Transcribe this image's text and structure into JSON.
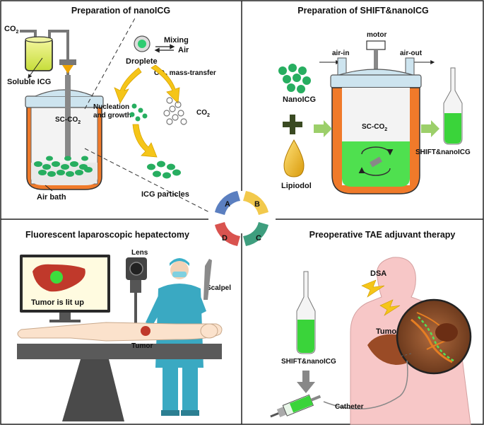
{
  "panels": {
    "a": {
      "title": "Preparation of nanoICG",
      "co2": "CO",
      "co2_sub": "2",
      "soluble_icg": "Soluble ICG",
      "mixing": "Mixing",
      "air": "Air",
      "droplete": "Droplete",
      "mass_transfer_pre": "CO",
      "mass_transfer_sub": "2",
      "mass_transfer_post": " mass-transfer",
      "nucleation_1": "Nucleation",
      "nucleation_2": "and growth",
      "co2_bubbles": "CO",
      "co2_bubbles_sub": "2",
      "sc_co2": "SC-CO",
      "sc_co2_sub": "2",
      "air_bath": "Air bath",
      "icg_particles": "ICG particles"
    },
    "b": {
      "title": "Preparation of SHIFT&nanoICG",
      "motor": "motor",
      "air_in": "air-in",
      "air_out": "air-out",
      "nanoicg": "NanoICG",
      "lipiodol": "Lipiodol",
      "sc_co2": "SC-CO",
      "sc_co2_sub": "2",
      "product": "SHIFT&nanoICG"
    },
    "c": {
      "title": "Preoperative TAE adjuvant therapy",
      "dsa": "DSA",
      "tumor": "Tumor",
      "product": "SHIFT&nanoICG",
      "catheter": "Catheter"
    },
    "d": {
      "title": "Fluorescent laparoscopic hepatectomy",
      "lens": "Lens",
      "scalpel": "Scalpel",
      "monitor_text": "Tumor is lit up",
      "tumor": "Tumor"
    }
  },
  "cycle": {
    "a": "A",
    "b": "B",
    "c": "C",
    "d": "D",
    "colors": {
      "a": "#5b7fc0",
      "b": "#f2c94c",
      "c": "#3e9e7e",
      "d": "#d9534f"
    }
  },
  "colors": {
    "green": "#2ecc71",
    "icg_green": "#27ae60",
    "orange": "#e98b2a",
    "vessel_blue": "#cfe3ee",
    "yellow_arrow": "#f5c518",
    "skin": "#f7c7c7"
  }
}
